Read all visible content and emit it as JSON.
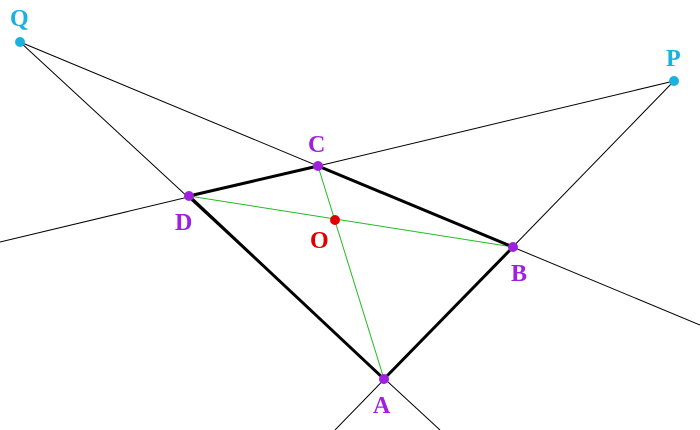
{
  "figure": {
    "points": {
      "Q": {
        "label": "Q",
        "color": "#1ab0e0"
      },
      "P": {
        "label": "P",
        "color": "#1ab0e0"
      },
      "C": {
        "label": "C",
        "color": "#a020e0"
      },
      "D": {
        "label": "D",
        "color": "#a020e0"
      },
      "B": {
        "label": "B",
        "color": "#a020e0"
      },
      "A": {
        "label": "A",
        "color": "#a020e0"
      },
      "O": {
        "label": "O",
        "color": "#e00000"
      }
    },
    "colors": {
      "quad_edges": "#000000",
      "extension_lines": "#000000",
      "diagonals": "#22bb22",
      "background": "#ffffff"
    }
  }
}
